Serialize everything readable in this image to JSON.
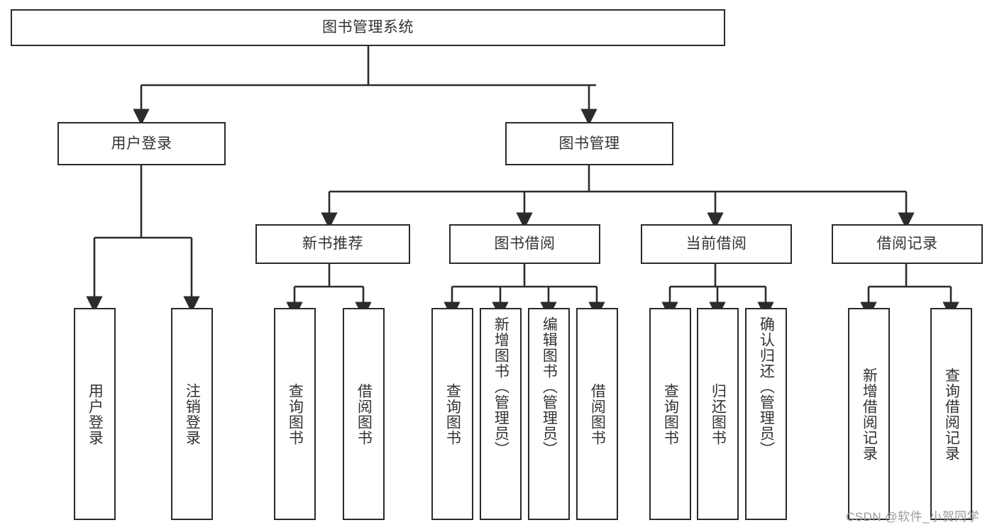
{
  "diagram": {
    "title": "图书管理系统",
    "root": {
      "label": "图书管理系统"
    },
    "level2": [
      {
        "label": "用户登录"
      },
      {
        "label": "图书管理"
      }
    ],
    "level3": [
      {
        "label": "新书推荐"
      },
      {
        "label": "图书借阅"
      },
      {
        "label": "当前借阅"
      },
      {
        "label": "借阅记录"
      }
    ],
    "leaves": {
      "user_login": [
        {
          "label": "用户登录"
        },
        {
          "label": "注销登录"
        }
      ],
      "new_book": [
        {
          "label": "查询图书"
        },
        {
          "label": "借阅图书"
        }
      ],
      "book_borrow": [
        {
          "label": "查询图书"
        },
        {
          "label": "新增图书（管理员）"
        },
        {
          "label": "编辑图书（管理员）"
        },
        {
          "label": "借阅图书"
        }
      ],
      "current_borrow": [
        {
          "label": "查询图书"
        },
        {
          "label": "归还图书"
        },
        {
          "label": "确认归还（管理员）"
        }
      ],
      "borrow_record": [
        {
          "label": "新增借阅记录"
        },
        {
          "label": "查询借阅记录"
        }
      ]
    }
  },
  "watermark": {
    "text": "CSDN @软件_小贺同学"
  },
  "colors": {
    "stroke": "#2b2b2b",
    "text": "#333333",
    "background": "#ffffff",
    "watermark": "#9a9a9a"
  }
}
